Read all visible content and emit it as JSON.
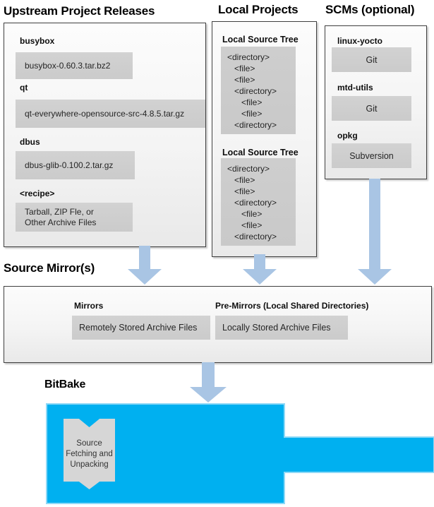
{
  "sections": {
    "upstream": {
      "title": "Upstream Project Releases",
      "items": [
        {
          "label": "busybox",
          "file": "busybox-0.60.3.tar.bz2"
        },
        {
          "label": "qt",
          "file": "qt-everywhere-opensource-src-4.8.5.tar.gz"
        },
        {
          "label": "dbus",
          "file": "dbus-glib-0.100.2.tar.gz"
        },
        {
          "label": "<recipe>",
          "file": "Tarball, ZIP Fle, or\nOther Archive Files"
        }
      ]
    },
    "local": {
      "title": "Local Projects",
      "trees": [
        {
          "label": "Local Source Tree",
          "lines": [
            "<directory>",
            "   <file>",
            "   <file>",
            "   <directory>",
            "      <file>",
            "      <file>",
            "   <directory>"
          ]
        },
        {
          "label": "Local Source Tree",
          "lines": [
            "<directory>",
            "   <file>",
            "   <file>",
            "   <directory>",
            "      <file>",
            "      <file>",
            "   <directory>"
          ]
        }
      ]
    },
    "scms": {
      "title": "SCMs (optional)",
      "items": [
        {
          "label": "linux-yocto",
          "tool": "Git"
        },
        {
          "label": "mtd-utils",
          "tool": "Git"
        },
        {
          "label": "opkg",
          "tool": "Subversion"
        }
      ]
    },
    "mirrors": {
      "title": "Source Mirror(s)",
      "mirrors": {
        "label": "Mirrors",
        "value": "Remotely Stored Archive Files"
      },
      "premirrors": {
        "label": "Pre-Mirrors (Local Shared Directories)",
        "value": "Locally Stored Archive Files"
      }
    },
    "bitbake": {
      "title": "BitBake",
      "process": "Source Fetching and Unpacking"
    }
  },
  "colors": {
    "bitbake_blue": "#00b0f0",
    "bitbake_border": "#8ed9f7",
    "arrow_blue": "#a9c5e4",
    "box_gray": "#cecece"
  }
}
